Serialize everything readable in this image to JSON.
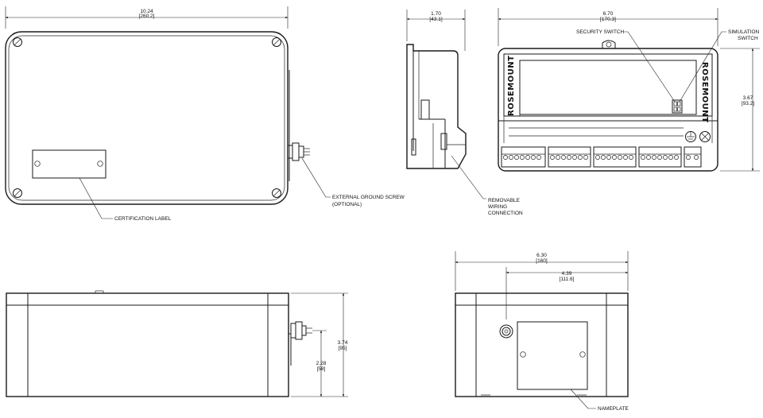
{
  "front_view": {
    "width_dim": {
      "in": "10.24",
      "mm": "[260.2]"
    },
    "callouts": {
      "certification_label": "CERTIFICATION LABEL",
      "ground_screw_line1": "EXTERNAL GROUND SCREW",
      "ground_screw_line2": "(OPTIONAL)"
    }
  },
  "side_view": {
    "width_dim": {
      "in": "1.70",
      "mm": "[43.1]"
    },
    "callouts": {
      "line1": "REMOVABLE",
      "line2": "WIRING",
      "line3": "CONNECTION"
    }
  },
  "internal_view": {
    "width_dim": {
      "in": "6.70",
      "mm": "[170.3]"
    },
    "height_dim": {
      "in": "3.67",
      "mm": "[93.2]"
    },
    "callouts": {
      "security_switch": "SECURITY SWITCH",
      "simulation_line1": "SIMULATION",
      "simulation_line2": "SWITCH"
    },
    "brand": "ROSEMOUNT"
  },
  "bottom_view": {
    "height_dim": {
      "in": "3.74",
      "mm": "[95]"
    },
    "screw_height_dim": {
      "in": "2.28",
      "mm": "[58]"
    }
  },
  "end_view": {
    "width_dim": {
      "in": "6.30",
      "mm": "[160]"
    },
    "offset_dim": {
      "in": "4.39",
      "mm": "[111.6]"
    },
    "callouts": {
      "nameplate": "NAMEPLATE"
    }
  }
}
